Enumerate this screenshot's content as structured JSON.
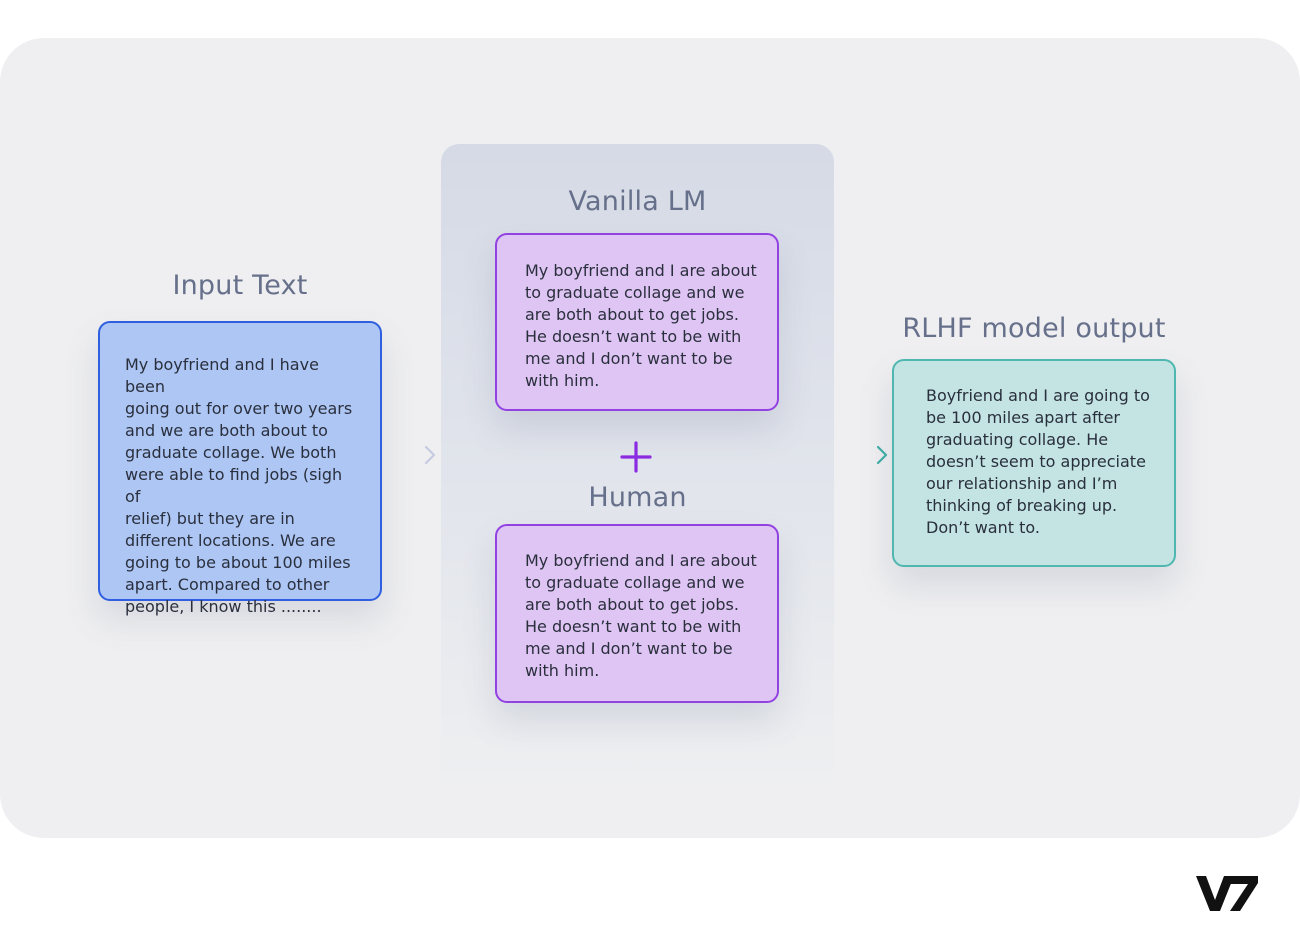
{
  "input": {
    "heading": "Input Text",
    "text": "My boyfriend and I have been\ngoing out for over two years\nand we are both about to\ngraduate collage. We both\nwere able to find jobs (sigh of\nrelief) but they are in\ndifferent locations. We are\ngoing to be about 100 miles\napart. Compared to other\npeople, I know this ........"
  },
  "vanilla": {
    "heading": "Vanilla LM",
    "text": "My boyfriend and I are about\nto graduate collage and we\nare both about to get jobs.\nHe doesn’t want to be with\nme and I don’t want to be\nwith him."
  },
  "human": {
    "heading": "Human",
    "text": "My boyfriend and I are about\nto graduate collage and we\nare both about to get jobs.\nHe doesn’t want to be with\nme and I don’t want to be\nwith him."
  },
  "rlhf": {
    "heading": "RLHF model output",
    "text": "Boyfriend and I are going to\nbe 100 miles apart after\ngraduating collage. He\ndoesn’t seem to appreciate\nour relationship and I’m\nthinking of breaking up.\nDon’t want to."
  },
  "colors": {
    "input_fill": "#adc6f4",
    "input_border": "#2f5fe0",
    "lm_fill": "#dfc5f3",
    "lm_border": "#9342e2",
    "output_fill": "#c3e4e2",
    "output_border": "#4fb7b0",
    "plus": "#8a2be2",
    "heading_text": "#66708a"
  },
  "icons": {
    "combine": "plus-icon",
    "flow_in": "arrow-right-icon",
    "flow_out": "arrow-right-icon",
    "brand": "v7-logo"
  }
}
